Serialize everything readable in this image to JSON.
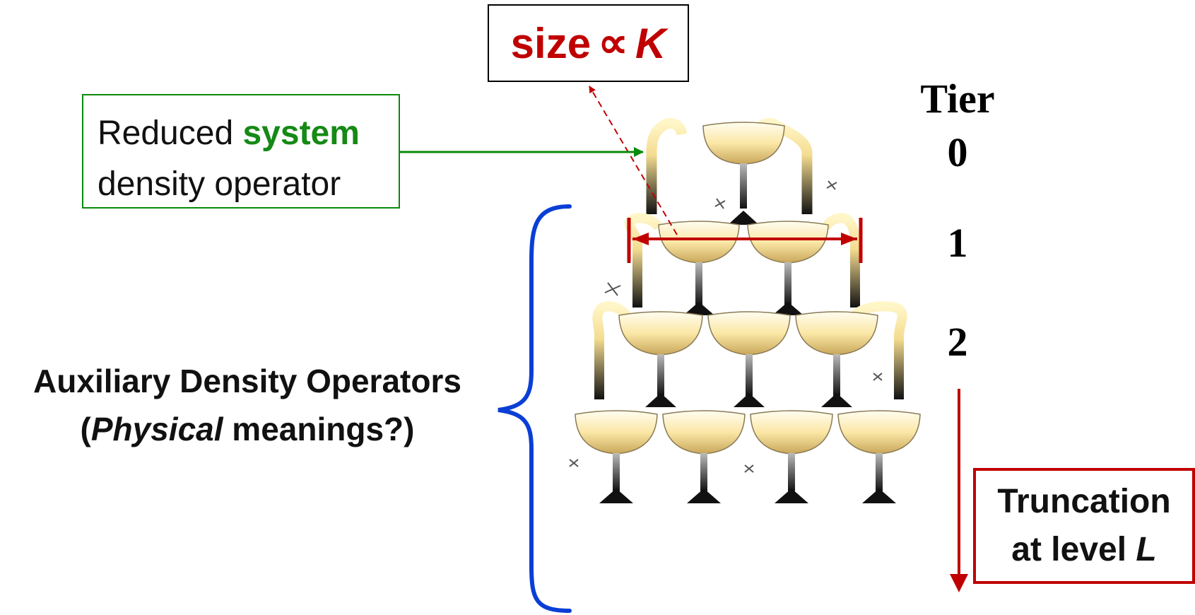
{
  "size_box": {
    "word": "size",
    "symbol": "∝",
    "variable": "K"
  },
  "green_box": {
    "pre": "Reduced ",
    "highlight": "system",
    "line2": "density operator"
  },
  "aux_label": {
    "line1": "Auxiliary Density Operators",
    "open": "(",
    "italic": "Physical",
    "rest": " meanings?)"
  },
  "tiers": {
    "title": "Tier",
    "t0": "0",
    "t1": "1",
    "t2": "2"
  },
  "truncation": {
    "line1": "Truncation",
    "line2_pre": "at level ",
    "variable": "L"
  },
  "colors": {
    "brace": "#0a3fd6",
    "red": "#c00000",
    "green": "#0a8a0a"
  },
  "glasses_per_tier": [
    1,
    2,
    3,
    4
  ],
  "icons": [
    "champagne-glass-icon",
    "sparkle-icon",
    "curly-brace-icon",
    "arrow-icon"
  ]
}
